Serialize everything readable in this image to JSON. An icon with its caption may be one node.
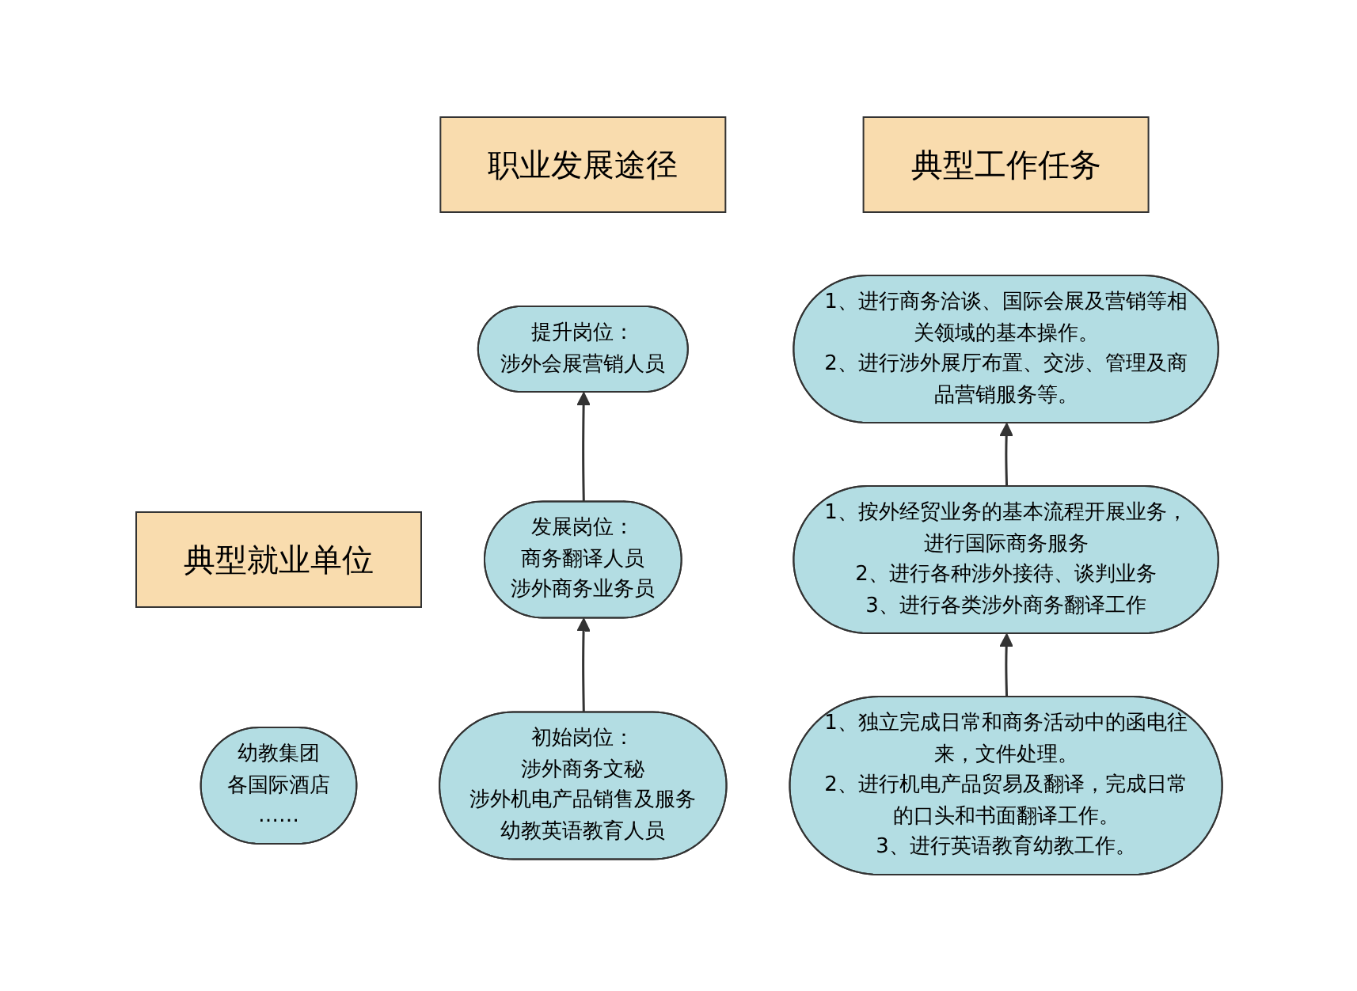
{
  "diagram": {
    "nodes": [
      {
        "text": [
          "职业发展途径"
        ]
      },
      {
        "text": [
          "典型工作任务"
        ]
      },
      {
        "text": [
          "典型就业单位"
        ]
      },
      {
        "text": [
          "提升岗位：",
          "涉外会展营销人员"
        ]
      },
      {
        "text": [
          "1、进行商务洽谈、国际会展及营销等相关领域的基本操作。",
          "2、进行涉外展厅布置、交涉、管理及商品营销服务等。"
        ]
      },
      {
        "text": [
          "幼教集团",
          "各国际酒店",
          "……"
        ]
      },
      {
        "text": [
          "发展岗位：",
          "商务翻译人员",
          "涉外商务业务员"
        ]
      },
      {
        "text": [
          "1、按外经贸业务的基本流程开展业务，进行国际商务服务",
          "2、进行各种涉外接待、谈判业务",
          "3、进行各类涉外商务翻译工作"
        ]
      },
      {
        "text": [
          "初始岗位：",
          "涉外商务文秘",
          "涉外机电产品销售及服务",
          "幼教英语教育人员"
        ]
      },
      {
        "text": [
          "1、独立完成日常和商务活动中的函电往来，文件处理。",
          "2、进行机电产品贸易及翻译，完成日常的口头和书面翻译工作。",
          "3、进行英语教育幼教工作。"
        ]
      }
    ],
    "edges": [
      {
        "from": 6,
        "to": 3,
        "arrow": "to"
      },
      {
        "from": 7,
        "to": 4,
        "arrow": "to"
      },
      {
        "from": 8,
        "to": 6,
        "arrow": "to"
      },
      {
        "from": 9,
        "to": 7,
        "arrow": "to"
      }
    ]
  }
}
